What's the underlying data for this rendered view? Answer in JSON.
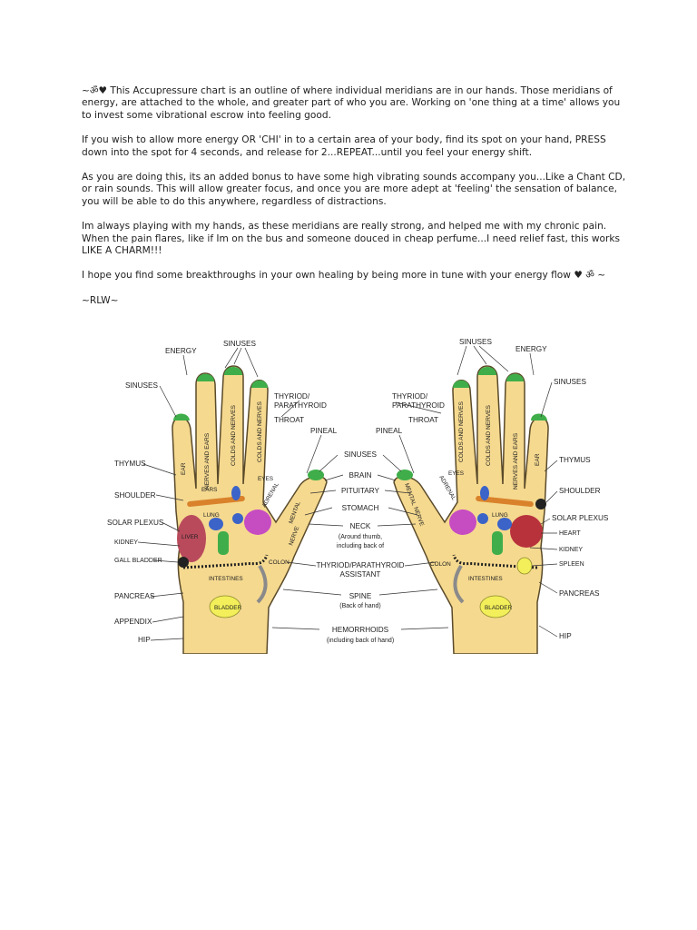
{
  "document": {
    "paragraphs": [
      "~ॐ♥ This Accupressure chart is an outline of where individual meridians are in our hands. Those meridians of energy, are attached to the whole, and greater part of who you are. Working on 'one thing at a time' allows you to invest some vibrational escrow into feeling good.",
      "If you wish to allow more energy OR 'CHI' in to a certain area of your body, find its spot on your hand, PRESS down into the spot for 4 seconds, and release for 2...REPEAT...until you feel your energy shift.",
      "As you are doing this, its an added bonus to have some high vibrating sounds accompany you...Like a Chant CD, or rain sounds. This will allow greater focus, and once you are more adept at 'feeling' the sensation of balance, you will be able to do this anywhere, regardless of distractions.",
      "Im always playing with my hands, as these meridians are really strong, and helped me with my chronic pain. When the pain flares, like if Im on the bus and someone douced in cheap perfume...I need relief fast, this works LIKE A CHARM!!!",
      "I hope you find some breakthroughs in your own healing by being more in tune with your energy flow ♥ ॐ ~"
    ],
    "signature": "~RLW~"
  },
  "chart": {
    "left_labels": {
      "energy": "ENERGY",
      "sinuses_top": "SINUSES",
      "sinuses": "SINUSES",
      "thymus": "THYMUS",
      "shoulder": "SHOULDER",
      "solar_plexus": "SOLAR PLEXUS",
      "kidney": "KIDNEY",
      "gall_bladder": "GALL BLADDER",
      "pancreas": "PANCREAS",
      "appendix": "APPENDIX",
      "hip": "HIP"
    },
    "right_labels": {
      "sinuses_top": "SINUSES",
      "energy": "ENERGY",
      "sinuses": "SINUSES",
      "thymus": "THYMUS",
      "shoulder": "SHOULDER",
      "solar_plexus": "SOLAR PLEXUS",
      "heart": "HEART",
      "kidney": "KIDNEY",
      "spleen": "SPLEEN",
      "pancreas": "PANCREAS",
      "hip": "HIP"
    },
    "center_labels": {
      "thyroid_left_1": "THYRIOD/",
      "thyroid_left_2": "PARATHYROID",
      "throat_left": "THROAT",
      "pineal_left": "PINEAL",
      "thyroid_right_1": "THYRIOD/",
      "thyroid_right_2": "PARATHYROID",
      "throat_right": "THROAT",
      "pineal_right": "PINEAL",
      "sinuses": "SINUSES",
      "brain": "BRAIN",
      "pituitary": "PITUITARY",
      "stomach": "STOMACH",
      "neck": "NECK",
      "neck_note_1": "(Around thumb,",
      "neck_note_2": "including back of",
      "thyroid_assistant_1": "THYRIOD/PARATHYROID",
      "thyroid_assistant_2": "ASSISTANT",
      "spine": "SPINE",
      "spine_note": "(Back of hand)",
      "hemorrhoids": "HEMORRHOIDS",
      "hemorrhoids_note": "(including back of  hand)"
    },
    "hand_labels": {
      "ear": "EAR",
      "nerves_and_ears": "NERVES AND EARS",
      "colds_and_nerves": "COLDS AND NERVES",
      "eyes": "EYES",
      "ears": "EARS",
      "lung": "LUNG",
      "adrenal": "ADRENAL",
      "mental": "MENTAL",
      "nerve": "NERVE",
      "liver": "LIVER",
      "colon": "COLON",
      "intestines": "INTESTINES",
      "bladder": "BLADDER"
    },
    "colors": {
      "skin": "#f5d98f",
      "skin_outline": "#5a4a2a",
      "green": "#3fae4a",
      "blue": "#3b63c8",
      "magenta": "#c64cc2",
      "liver": "#b94a5c",
      "heart": "#b8323c",
      "orange": "#d9822b",
      "yellow": "#f3ef5a",
      "dark": "#222222"
    }
  }
}
